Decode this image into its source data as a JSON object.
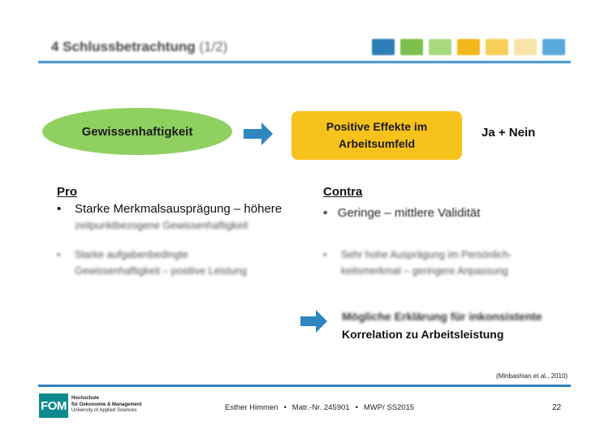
{
  "header": {
    "title": "4 Schlussbetrachtung",
    "title_suffix": "(1/2)",
    "strip_colors": [
      "#2e7fb8",
      "#7dbf4c",
      "#a9d97f",
      "#f2b71a",
      "#f6cf5a",
      "#f8e3a8",
      "#59a9dc"
    ]
  },
  "diagram": {
    "trait": "Gewissenhaftigkeit",
    "effect": "Positive Effekte im Arbeitsumfeld",
    "verdict": "Ja + Nein",
    "arrow_color": "#2f86c1",
    "ellipse_color": "#8fd061",
    "box_color": "#f6c21b"
  },
  "pro": {
    "heading": "Pro",
    "bullet1_line1": "Starke Merkmalsausprägung – höhere",
    "bullet1_line2": "zeitpunktbezogene Gewissenhaftigkeit",
    "bullet2_line1": "Starke aufgabenbedingte",
    "bullet2_line2": "Gewissenhaftigkeit – positive Leistung"
  },
  "contra": {
    "heading": "Contra",
    "bullet1": "Geringe – mittlere Validität",
    "bullet2_line1": "Sehr hohe Ausprägung im Persönlich-",
    "bullet2_line2": "keitsmerkmal – geringere Anpassung"
  },
  "conclusion": {
    "line1": "Mögliche Erklärung für inkonsistente",
    "line2": "Korrelation zu Arbeitsleistung"
  },
  "citation": "(Minbashian et al., 2010)",
  "footer": {
    "logo_text": "FOM",
    "org_line1": "Hochschule",
    "org_line2": "für Oekonomie & Management",
    "org_line3": "University of Applied Sciences",
    "author": "Esther Himmen",
    "matr": "Matr.-Nr. 245901",
    "course": "MWP/ SS2015",
    "separator": "•",
    "page": "22"
  }
}
